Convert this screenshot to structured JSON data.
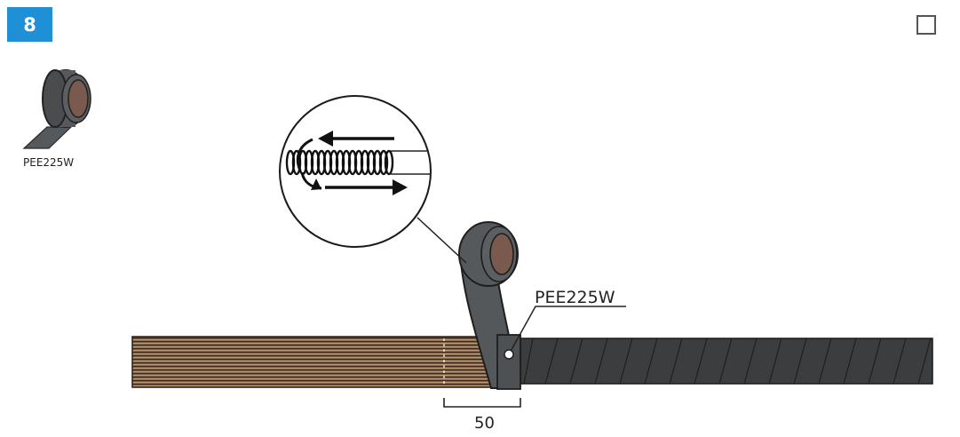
{
  "step": {
    "number": "8"
  },
  "tape_legend": {
    "code": "PEE225W"
  },
  "callout": {
    "label": "PEE225W"
  },
  "dimension": {
    "value": "50"
  },
  "colors": {
    "badge_blue": "#1f8fd6",
    "tape_gray": "#55585b",
    "tape_core": "#7a5c50",
    "cable_copper": "#8a6a4c",
    "wrapped_cable": "#3c3e40"
  },
  "icons": {
    "checkbox": "empty-checkbox-icon",
    "tape": "tape-roll-icon"
  }
}
